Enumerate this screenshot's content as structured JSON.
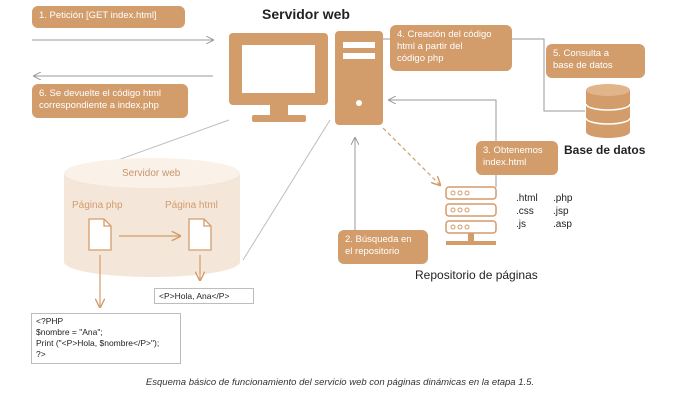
{
  "title": "Servidor web",
  "steps": {
    "s1": "1. Petición [GET index.html]",
    "s2": "2. Búsqueda en\nel repositorio",
    "s3": "3. Obtenemos\nindex.html",
    "s4": "4. Creación del código\nhtml a partir del\ncódigo php",
    "s5": "5. Consulta a\nbase de datos",
    "s6": "6. Se devuelte el código html\ncorrespondiente a index.php"
  },
  "database": {
    "label": "Base de datos"
  },
  "repository": {
    "label": "Repositorio de páginas",
    "ext_col1": ".html\n.css\n.js",
    "ext_col2": ".php\n.jsp\n.asp"
  },
  "server_box": {
    "label": "Servidor web",
    "page_php": "Página php",
    "page_html": "Página html"
  },
  "html_output": "<P>Hola, Ana</P>",
  "php_code": "<?PHP\n$nombre = \"Ana\";\nPrint (\"<P>Hola, $nombre</P>\");\n?>",
  "caption": "Esquema básico de funcionamiento del servicio web con páginas dinámicas en la etapa 1.5.",
  "colors": {
    "accent": "#d39c6b",
    "cylinder": "#f4e7da",
    "line": "#9a9a9a"
  }
}
